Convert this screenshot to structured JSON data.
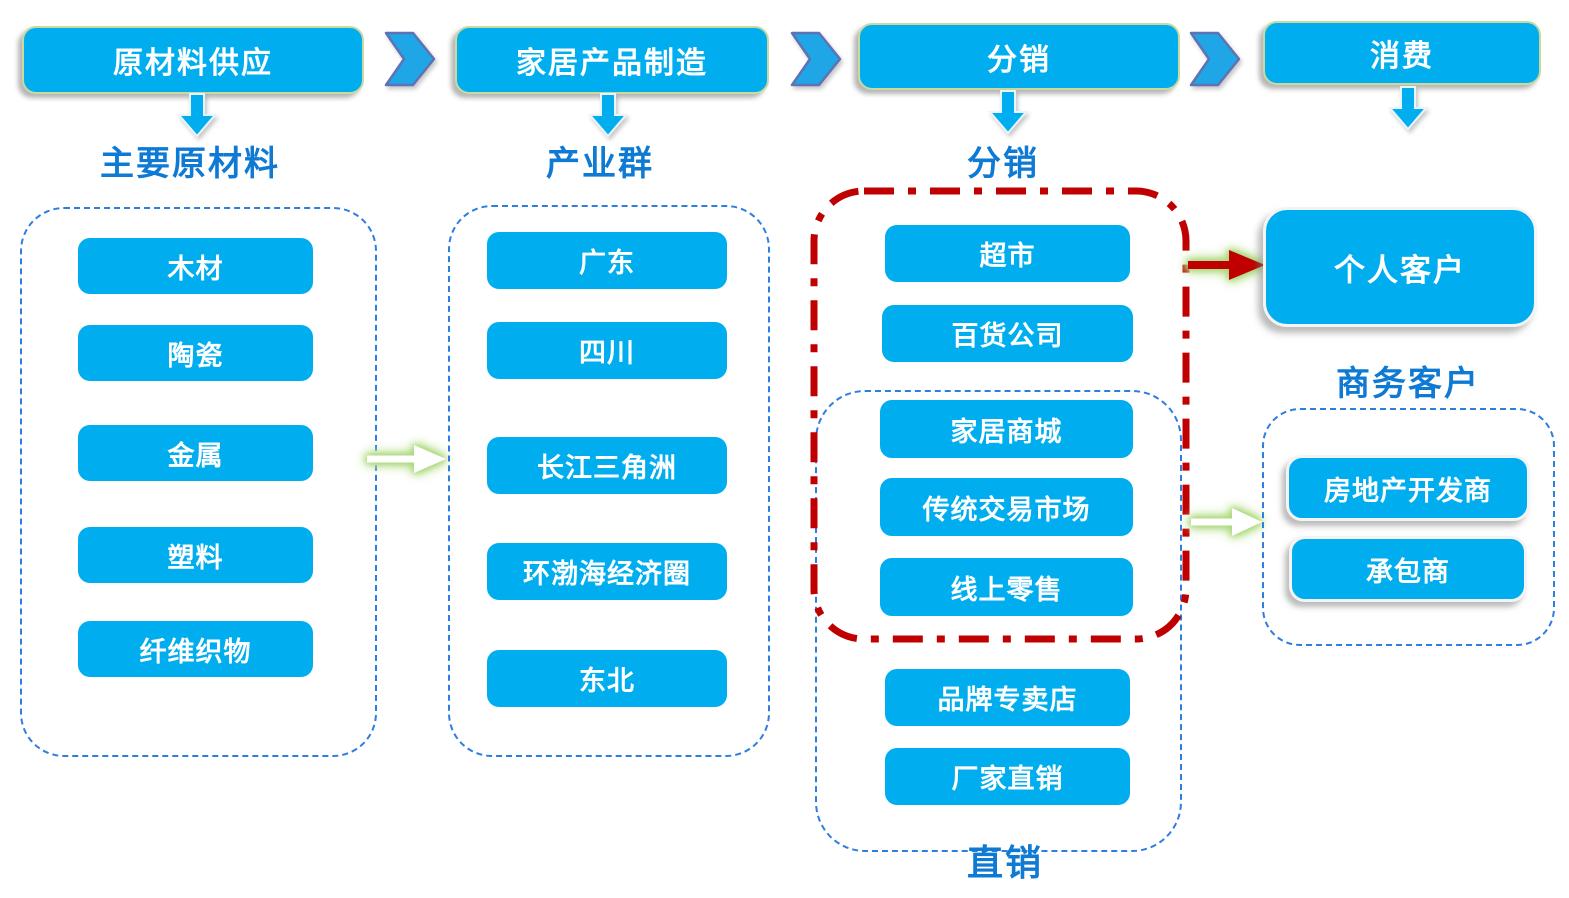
{
  "stages": [
    {
      "label": "原材料供应"
    },
    {
      "label": "家居产品制造"
    },
    {
      "label": "分销"
    },
    {
      "label": "消费"
    }
  ],
  "sections": {
    "raw_materials": {
      "title": "主要原材料",
      "items": [
        "木材",
        "陶瓷",
        "金属",
        "塑料",
        "纤维织物"
      ]
    },
    "clusters": {
      "title": "产业群",
      "items": [
        "广东",
        "四川",
        "长江三角洲",
        "环渤海经济圈",
        "东北"
      ]
    },
    "distribution": {
      "title": "分销",
      "retail_items": [
        "超市",
        "百货公司"
      ],
      "marketplace_items": [
        "家居商城",
        "传统交易市场",
        "线上零售"
      ],
      "direct_items": [
        "品牌专卖店",
        "厂家直销"
      ],
      "direct_label": "直销"
    },
    "consumption": {
      "individual_customer": "个人客户",
      "business_title": "商务客户",
      "business_items": [
        "房地产开发商",
        "承包商"
      ]
    }
  },
  "colors": {
    "box_fill": "#00AEEF",
    "stage_border": "#C9D9A0",
    "label_blue": "#0E7AD3",
    "dashed_blue": "#2E7DE0",
    "red_accent": "#C00000",
    "chevron_edge": "#5E72B4",
    "glow_green": "#A9D878"
  }
}
